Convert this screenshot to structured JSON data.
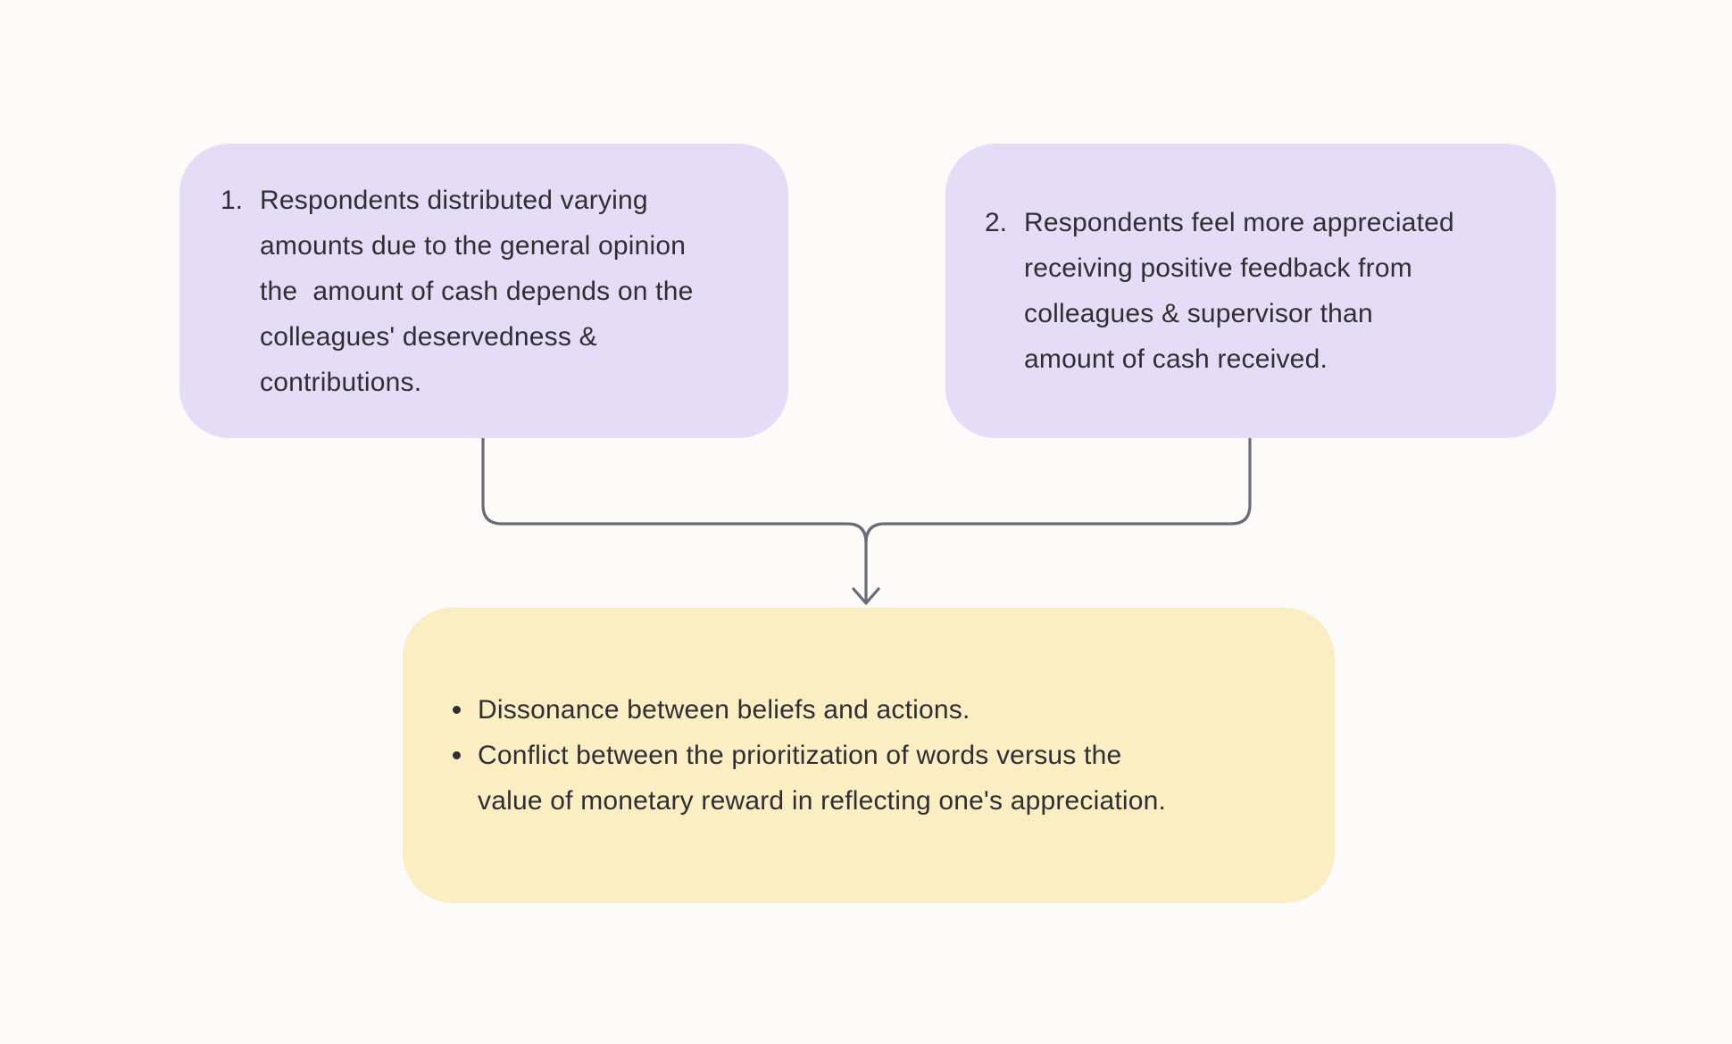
{
  "colors": {
    "bg": "#FCFBFA",
    "purple": "#E6DCF8",
    "yellow": "#FBEEC3",
    "line": "#6C6977",
    "text": "#2F2E33"
  },
  "finding1": {
    "marker": "1.",
    "text": "Respondents distributed varying\namounts due to the general opinion\nthe  amount of cash depends on the\ncolleagues' deservedness &\ncontributions."
  },
  "finding2": {
    "marker": "2.",
    "text": "Respondents feel more appreciated\nreceiving positive feedback from\ncolleagues & supervisor than\namount of cash received."
  },
  "conclusion": {
    "items": [
      {
        "text": "Dissonance between beliefs and actions."
      },
      {
        "text": "Conflict between the prioritization of words versus the\nvalue of monetary reward in reflecting one's appreciation."
      }
    ]
  }
}
